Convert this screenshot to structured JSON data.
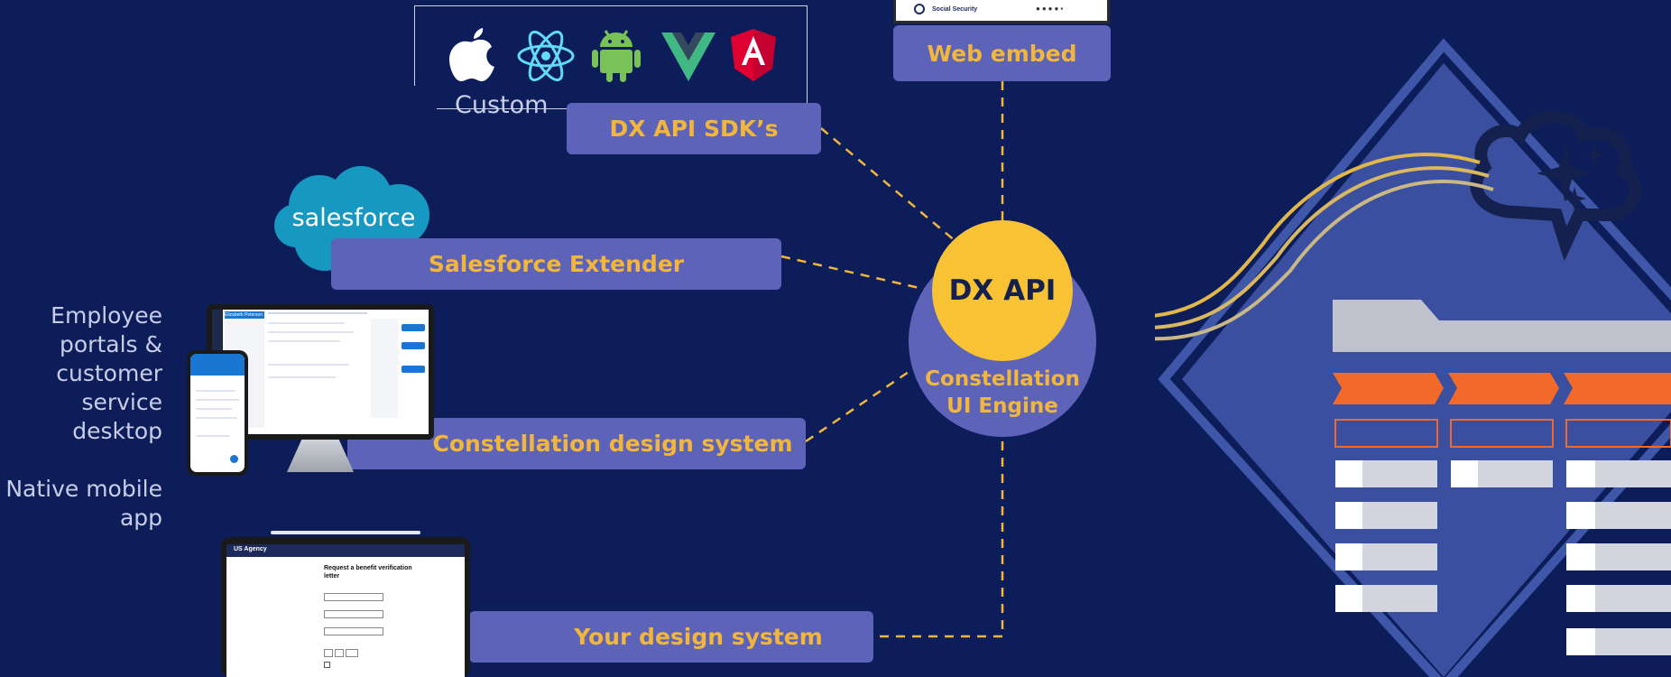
{
  "colors": {
    "background": "#0c1d5a",
    "pill": "#5c63b8",
    "pill_text": "#f2b63c",
    "dx_api": "#f7c234",
    "accent_orange": "#f26a2a"
  },
  "framework_icons": [
    "apple-icon",
    "react-icon",
    "android-icon",
    "vue-icon",
    "angular-icon"
  ],
  "custom_label": "Custom",
  "nodes": {
    "web_embed": "Web embed",
    "dx_sdks": "DX API SDK’s",
    "salesforce_extender": "Salesforce Extender",
    "constellation_design": "Constellation design system",
    "your_design": "Your design system"
  },
  "salesforce_logo_text": "salesforce",
  "hub": {
    "dx_api": "DX API",
    "engine_line1": "Constellation",
    "engine_line2": "UI Engine"
  },
  "side_labels": {
    "employee": [
      "Employee",
      "portals &",
      "customer",
      "service",
      "desktop"
    ],
    "mobile": [
      "Native mobile",
      "app"
    ]
  },
  "web_embed_preview": {
    "brand": "Social Security"
  },
  "tablet_preview": {
    "agency": "US Agency",
    "heading_line1": "Request a benefit verification",
    "heading_line2": "letter"
  },
  "monitor_preview": {
    "title": "Elizabeth Peterson"
  }
}
